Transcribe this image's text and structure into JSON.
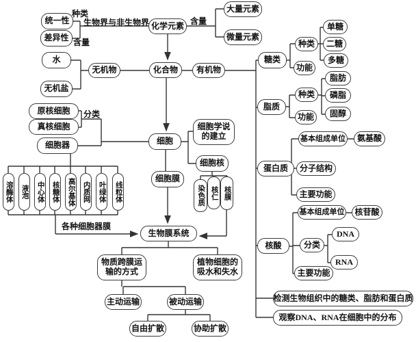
{
  "diagram": {
    "nodes": {
      "unity": "统一性",
      "difference": "差异性",
      "chem_elements": "化学元素",
      "macro_elements": "大量元素",
      "micro_elements": "微量元素",
      "water": "水",
      "inorganic_salt": "无机盐",
      "inorganic_compound": "无机物",
      "compound": "化合物",
      "organic_compound": "有机物",
      "prokaryotic_cell": "原核细胞",
      "eukaryotic_cell": "真核细胞",
      "organelle": "细胞器",
      "cell": "细胞",
      "cell_theory": "细胞学说的建立",
      "nucleus": "细胞核",
      "chromatin": "染色质",
      "nucleolus": "核仁",
      "nuclear_membrane": "核膜",
      "cell_membrane": "细胞膜",
      "biomembrane_system": "生物膜系统",
      "transmembrane_transport": "物质跨膜运输的方式",
      "plant_cell_water": "植物细胞的吸水和失水",
      "active_transport": "主动运输",
      "passive_transport": "被动运输",
      "free_diffusion": "自由扩散",
      "facilitated_diffusion": "协助扩散",
      "lysosome": "溶酶体",
      "vacuole": "液泡",
      "centrosome": "中心体",
      "ribosome": "核糖体",
      "golgi_body": "高尔基体",
      "endoplasmic_reticulum": "内质网",
      "chloroplast": "叶绿体",
      "mitochondrion": "线粒体",
      "sugars": "糖类",
      "sugar_types": "种类",
      "sugar_functions": "功能",
      "monosaccharide": "单糖",
      "disaccharide": "二糖",
      "polysaccharide": "多糖",
      "lipids": "脂质",
      "lipid_types": "种类",
      "lipid_functions": "功能",
      "fat": "脂肪",
      "phospholipid": "磷脂",
      "sterol": "固醇",
      "protein": "蛋白质",
      "protein_basic_unit": "基本组成单位",
      "amino_acid": "氨基酸",
      "molecular_structure": "分子结构",
      "protein_main_functions": "主要功能",
      "nucleic_acid": "核酸",
      "na_basic_unit": "基本组成单位",
      "nucleotide": "核苷酸",
      "na_classification": "分类",
      "dna": "DNA",
      "rna": "RNA",
      "na_main_functions": "主要功能",
      "detect_experiment": "检测生物组织中的糖类、脂肪和蛋白质",
      "observe_experiment": "观察DNA、RNA在细胞中的分布"
    },
    "edge_labels": {
      "species": "种类",
      "bio_vs_nonbio": "生物界与非生物界",
      "content_left": "含量",
      "content_right": "含量",
      "classification": "分类",
      "various_organelle_membranes": "各种细胞器膜"
    },
    "line_color": "#333333"
  }
}
